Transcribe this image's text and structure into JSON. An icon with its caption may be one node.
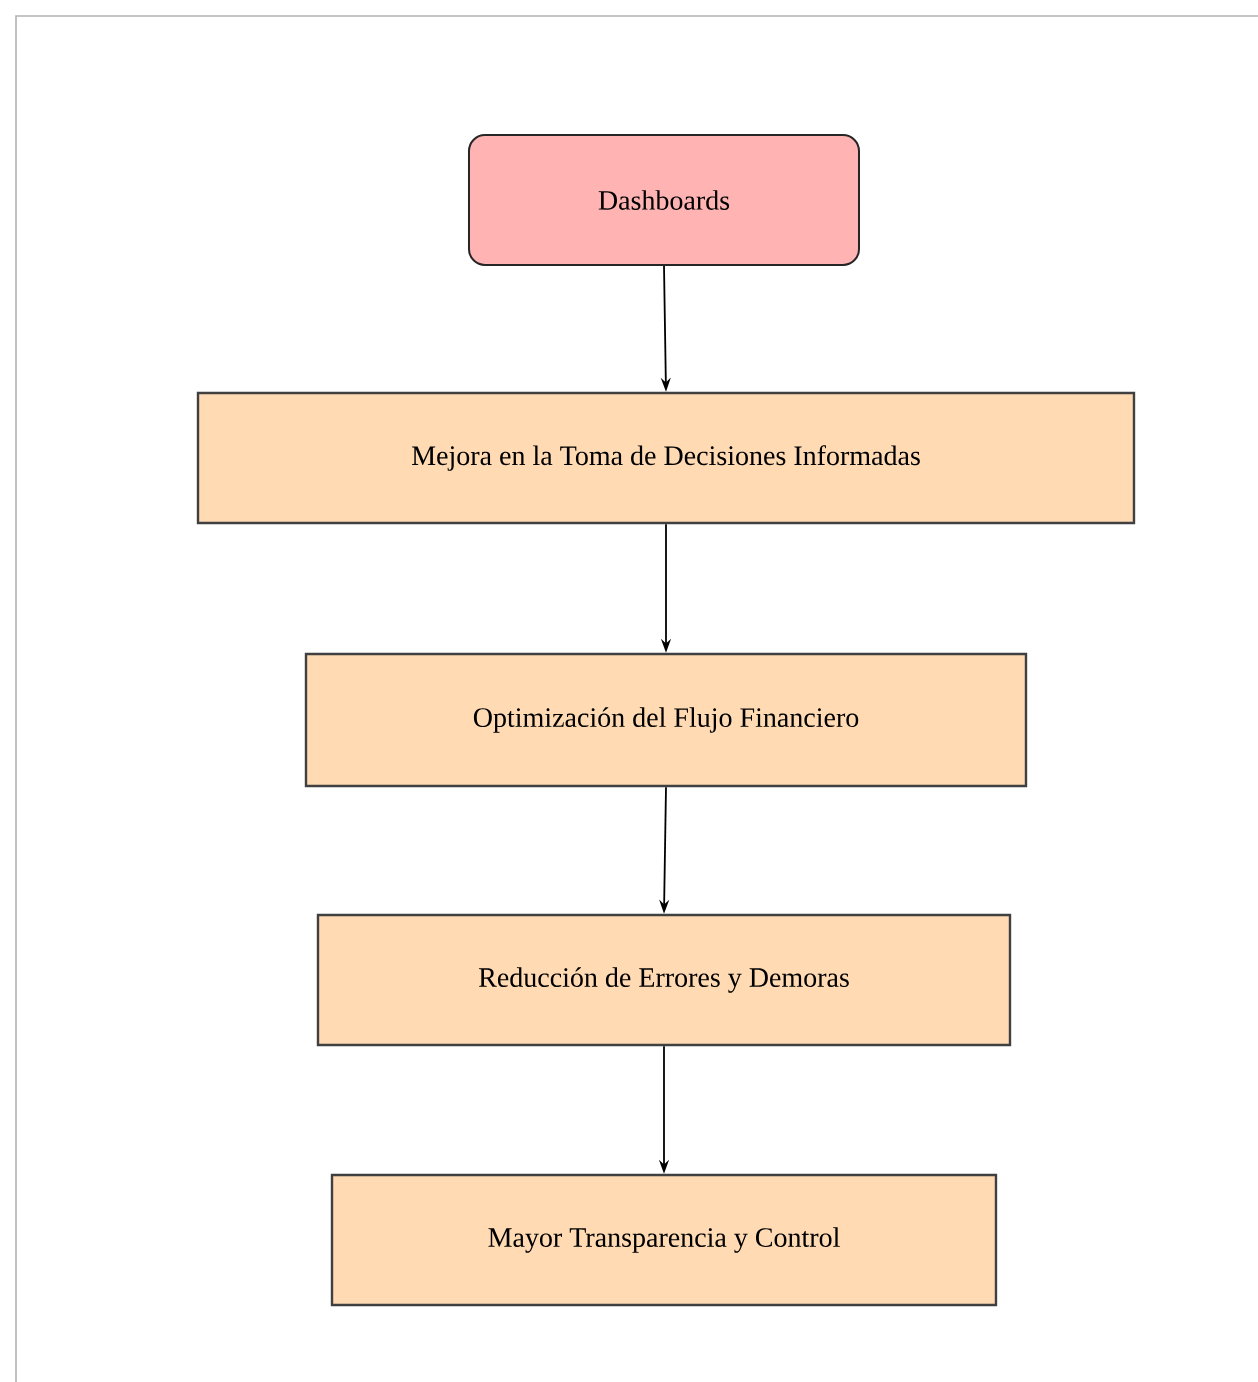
{
  "diagram": {
    "nodes": [
      {
        "text": [
          "Dashboards"
        ]
      },
      {
        "text": [
          "Mejora en la Toma de Decisiones Informadas"
        ]
      },
      {
        "text": [
          "Optimización del Flujo Financiero"
        ]
      },
      {
        "text": [
          "Reducción de Errores y Demoras"
        ]
      },
      {
        "text": [
          "Mayor Transparencia y Control"
        ]
      }
    ],
    "edges": [
      {
        "from": 0,
        "to": 1,
        "arrow": "to"
      },
      {
        "from": 1,
        "to": 2,
        "arrow": "to"
      },
      {
        "from": 2,
        "to": 3,
        "arrow": "to"
      },
      {
        "from": 3,
        "to": 4,
        "arrow": "to"
      }
    ]
  }
}
